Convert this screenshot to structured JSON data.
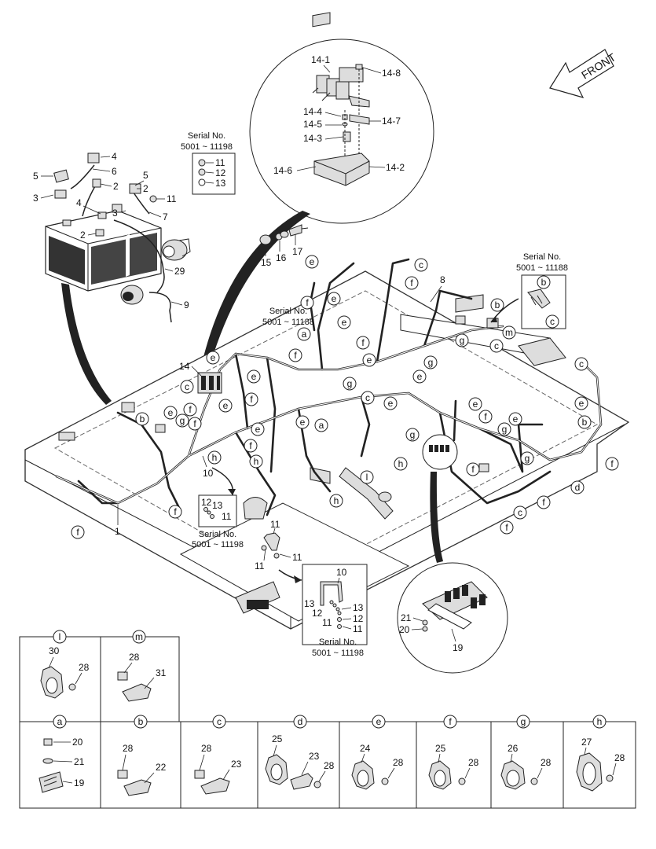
{
  "front_label": "FRONT",
  "serial_boxes": [
    {
      "title": "Serial No.",
      "range": "5001 ~ 11198"
    },
    {
      "title": "Serial No.",
      "range": "5001 ~ 11188"
    },
    {
      "title": "Serial No.",
      "range": "5001 ~ 11188"
    },
    {
      "title": "Serial No.",
      "range": "5001 ~ 11198"
    },
    {
      "title": "Serial No.",
      "range": "5001 ~ 11198"
    }
  ],
  "inset_top_labels": [
    "14-1",
    "14-8",
    "14-4",
    "14-7",
    "14-5",
    "14-3",
    "14-6",
    "14-2"
  ],
  "hw_labels": [
    "15",
    "16",
    "17"
  ],
  "battery_labels": [
    "4",
    "6",
    "5",
    "2",
    "3",
    "5",
    "2",
    "11",
    "4",
    "3",
    "7",
    "2",
    "29",
    "9"
  ],
  "serial_a_labels": [
    "11",
    "12",
    "13"
  ],
  "main_labels": [
    "8",
    "14",
    "1",
    "10",
    "11",
    "11",
    "11",
    "12",
    "13",
    "11"
  ],
  "serial_e_labels": [
    "10",
    "13",
    "12",
    "11",
    "13",
    "12",
    "11"
  ],
  "inset_bottom_labels": [
    "21",
    "20",
    "19"
  ],
  "letters": [
    "a",
    "b",
    "c",
    "d",
    "e",
    "f",
    "g",
    "h",
    "l",
    "m"
  ],
  "detail_top": [
    {
      "key": "l",
      "parts": [
        "30",
        "28"
      ]
    },
    {
      "key": "m",
      "parts": [
        "28",
        "31"
      ]
    }
  ],
  "detail_bottom": [
    {
      "key": "a",
      "parts": [
        "20",
        "21",
        "19"
      ]
    },
    {
      "key": "b",
      "parts": [
        "28",
        "22"
      ]
    },
    {
      "key": "c",
      "parts": [
        "28",
        "23"
      ]
    },
    {
      "key": "d",
      "parts": [
        "25",
        "23",
        "28"
      ]
    },
    {
      "key": "e",
      "parts": [
        "24",
        "28"
      ]
    },
    {
      "key": "f",
      "parts": [
        "25",
        "28"
      ]
    },
    {
      "key": "g",
      "parts": [
        "26",
        "28"
      ]
    },
    {
      "key": "h",
      "parts": [
        "27",
        "28"
      ]
    }
  ]
}
